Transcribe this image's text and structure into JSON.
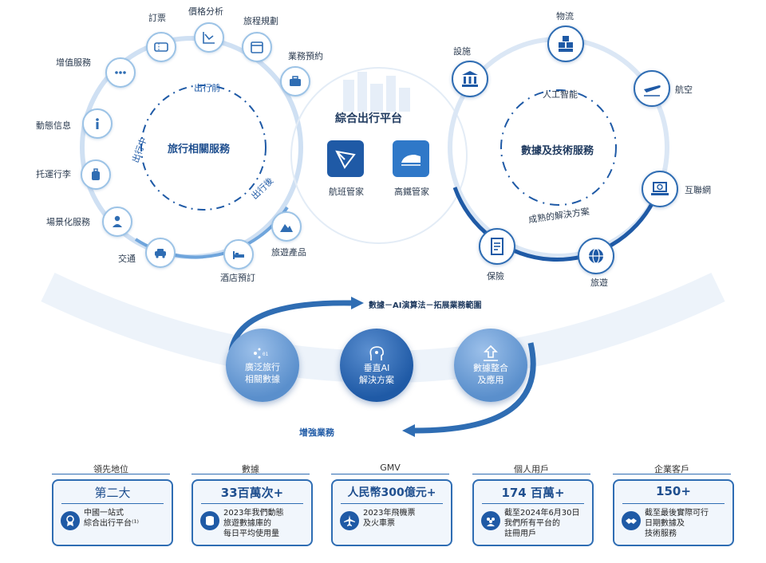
{
  "left": {
    "center_label": "旅行相關服務",
    "stage_before": "出行前",
    "stage_during": "出行中",
    "stage_after": "出行後",
    "items": [
      "訂票",
      "價格分析",
      "旅程規劃",
      "業務預約",
      "增值服務",
      "動態信息",
      "托運行李",
      "場景化服務",
      "交通",
      "酒店預訂",
      "旅遊產品"
    ]
  },
  "center": {
    "title": "綜合出行平台",
    "app1": "航班管家",
    "app2": "高鐵管家"
  },
  "right": {
    "center_label": "數據及技術服務",
    "top_arc": "人工智能",
    "bottom_arc": "成熟的解決方案",
    "items": [
      "設施",
      "物流",
      "航空",
      "互聯網",
      "旅遊",
      "保險"
    ]
  },
  "flow": {
    "top_text": "數據－AI演算法－拓展業務範圍",
    "bottom_text": "增強業務",
    "ball1": [
      "廣泛旅行",
      "相關數據"
    ],
    "ball2": [
      "垂直AI",
      "解決方案"
    ],
    "ball3": [
      "數據整合",
      "及應用"
    ]
  },
  "cards": [
    {
      "category": "領先地位",
      "big": "第二大",
      "desc": [
        "中國一站式",
        "綜合出行平台⁽¹⁾"
      ]
    },
    {
      "category": "數據",
      "big": "33百萬次+",
      "desc": [
        "2023年我們動態",
        "旅遊數據庫的",
        "每日平均使用量"
      ]
    },
    {
      "category": "GMV",
      "big": "人民幣300億元+",
      "desc": [
        "2023年飛機票",
        "及火車票"
      ]
    },
    {
      "category": "個人用戶",
      "big": "174 百萬+",
      "desc": [
        "截至2024年6月30日",
        "我們所有平台的",
        "註冊用戶"
      ]
    },
    {
      "category": "企業客戶",
      "big": "150+",
      "desc": [
        "截至最後實際可行",
        "日期數據及",
        "技術服務"
      ]
    }
  ],
  "colors": {
    "primary": "#1f5aa6",
    "light": "#9cc3e6",
    "card_bg": "#f1f6fc"
  }
}
